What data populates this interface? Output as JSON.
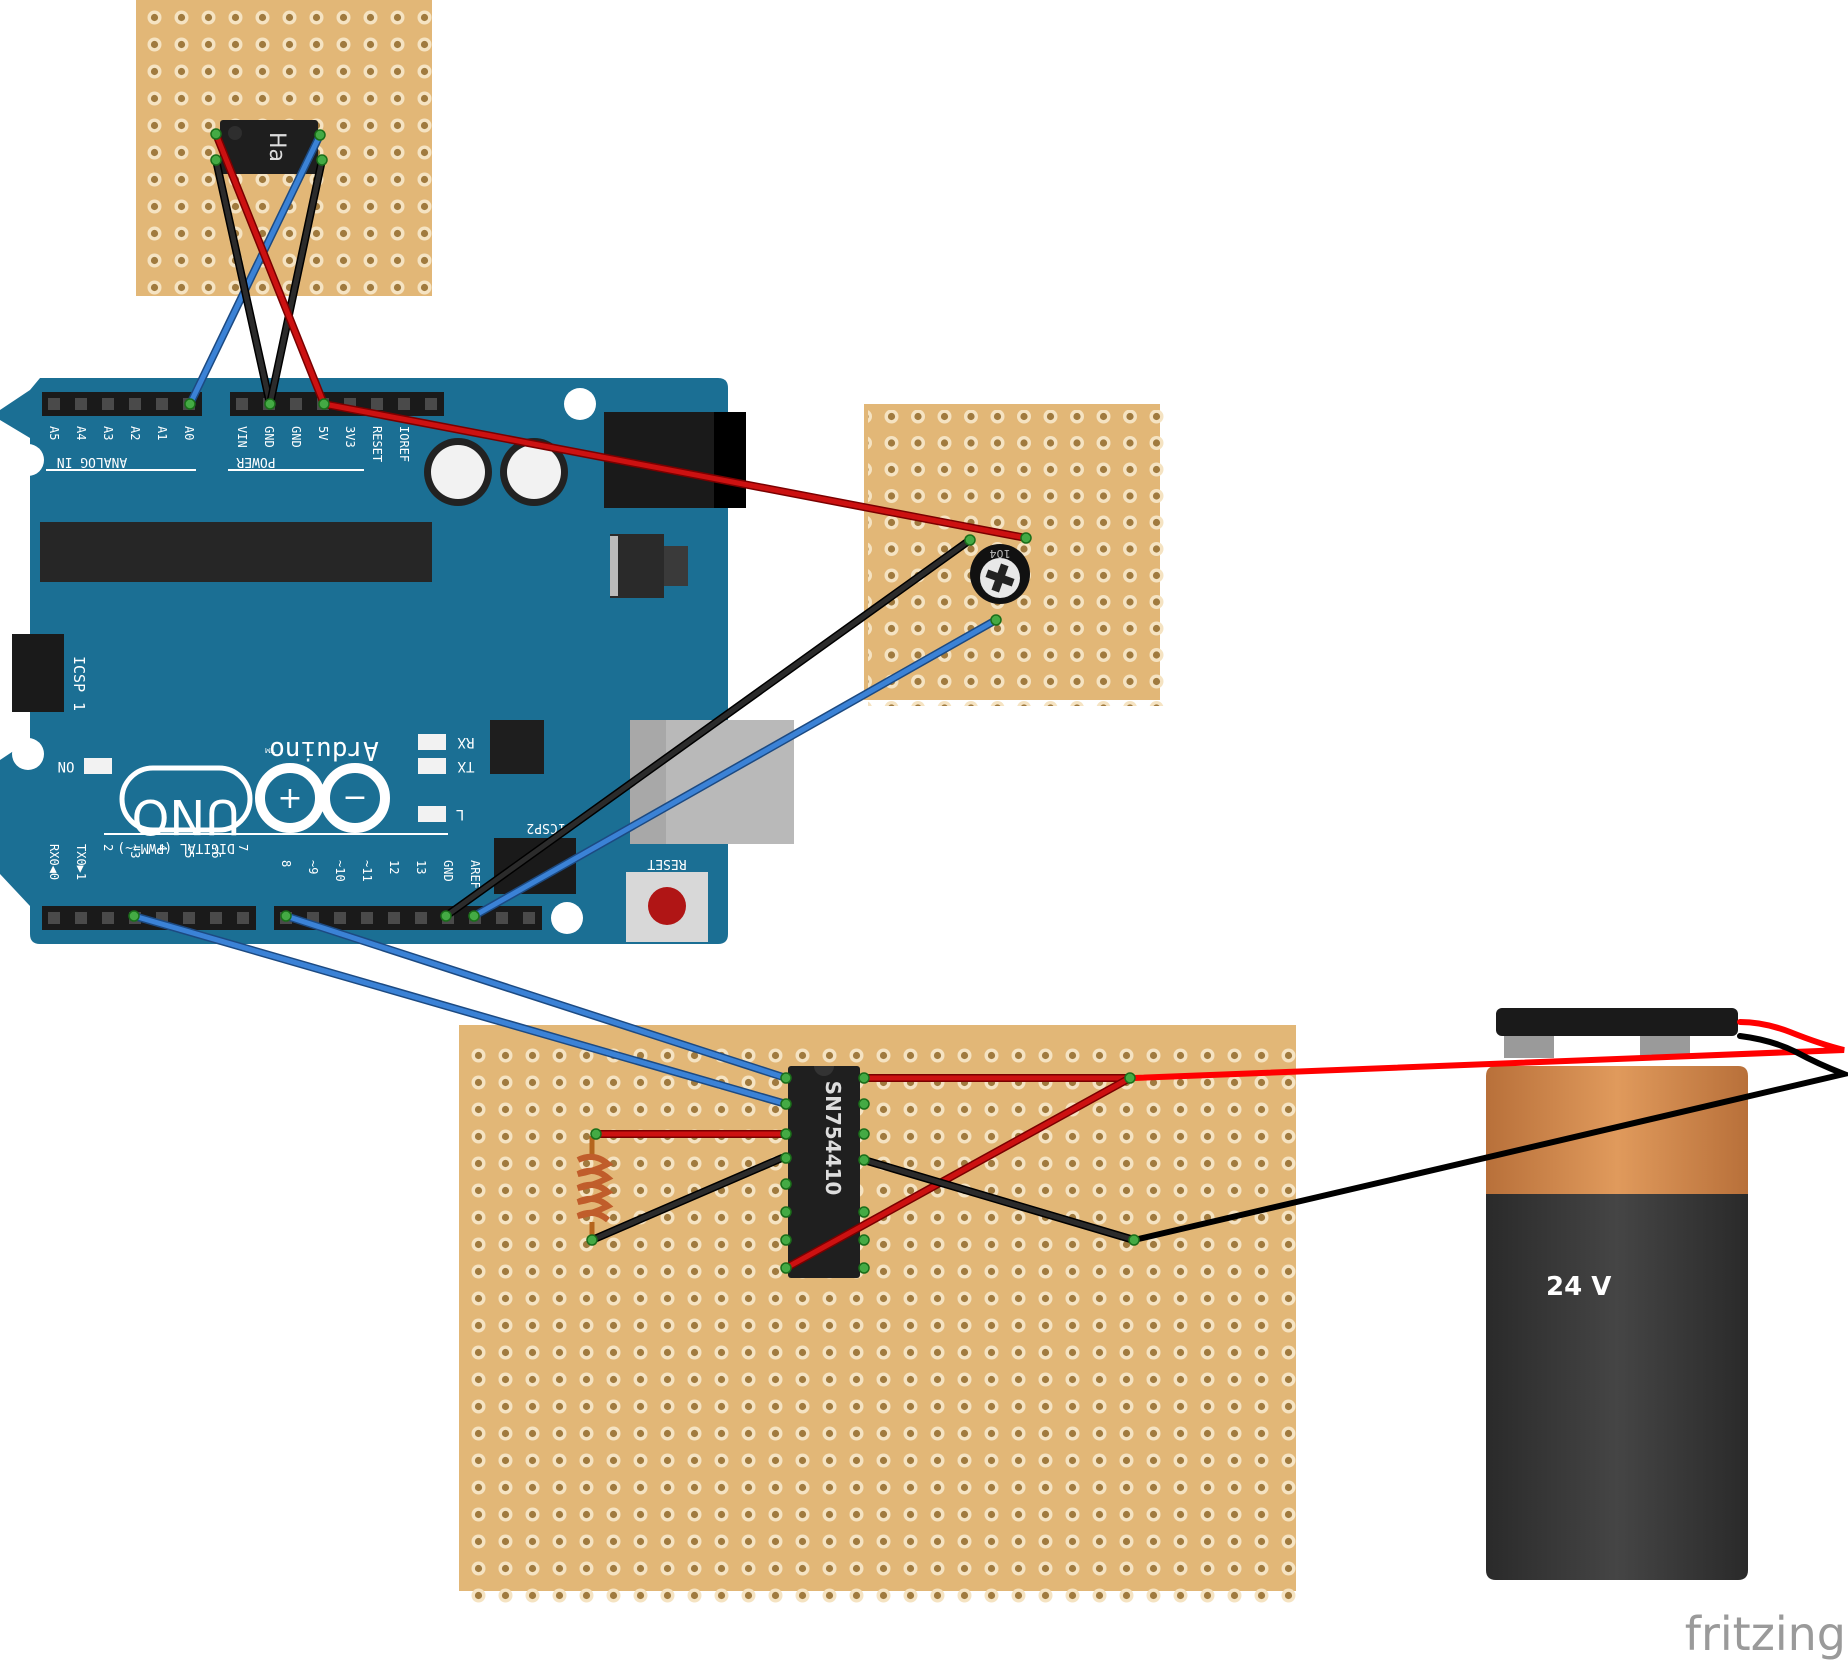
{
  "arduino": {
    "model_text": "UNO",
    "brand_text": "Arduino",
    "tm": "TM",
    "analog_header": "ANALOG IN",
    "power_header": "POWER",
    "digital_header": "DIGITAL (PWM=~)",
    "icsp_label": "ICSP",
    "icsp2_label": "ICSP2",
    "icsp_pin1": "1",
    "on_label": "ON",
    "rx_label": "RX",
    "tx_label": "TX",
    "l_label": "L",
    "reset_label": "RESET",
    "analog_pins": [
      "A5",
      "A4",
      "A3",
      "A2",
      "A1",
      "A0"
    ],
    "power_pins": [
      "VIN",
      "GND",
      "GND",
      "5V",
      "3V3",
      "RESET",
      "IOREF"
    ],
    "digital_pins_low": [
      "RX0◀0",
      "TX0▶1",
      "2",
      "~3",
      "4",
      "~5",
      "~6",
      "7"
    ],
    "digital_pins_high": [
      "8",
      "~9",
      "~10",
      "~11",
      "12",
      "13",
      "GND",
      "AREF"
    ]
  },
  "hall_sensor": {
    "label": "Ha"
  },
  "driver_chip": {
    "label": "SN754410"
  },
  "battery": {
    "label": "24 V"
  },
  "watermark": {
    "text": "fritzing"
  },
  "colors": {
    "board": "#e2b777",
    "hole": "#a07a3e",
    "arduino": "#1b6f94",
    "wire_red": "#cc1111",
    "wire_black": "#222222",
    "wire_blue": "#3b82d6",
    "battery_copper": "#d0884c",
    "battery_body": "#3a3a3a"
  }
}
